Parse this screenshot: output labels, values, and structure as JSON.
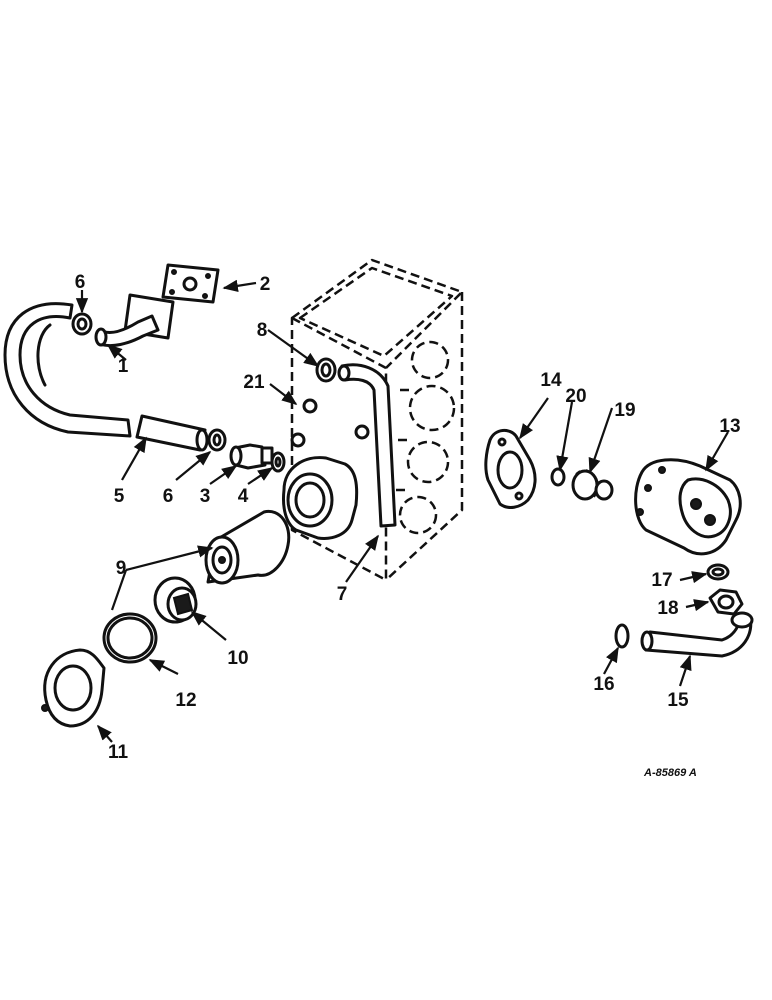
{
  "callouts": [
    {
      "id": "1",
      "label": "1"
    },
    {
      "id": "2",
      "label": "2"
    },
    {
      "id": "3",
      "label": "3"
    },
    {
      "id": "4",
      "label": "4"
    },
    {
      "id": "5",
      "label": "5"
    },
    {
      "id": "6a",
      "label": "6"
    },
    {
      "id": "6b",
      "label": "6"
    },
    {
      "id": "7",
      "label": "7"
    },
    {
      "id": "8",
      "label": "8"
    },
    {
      "id": "9",
      "label": "9"
    },
    {
      "id": "10",
      "label": "10"
    },
    {
      "id": "11",
      "label": "11"
    },
    {
      "id": "12",
      "label": "12"
    },
    {
      "id": "13",
      "label": "13"
    },
    {
      "id": "14",
      "label": "14"
    },
    {
      "id": "15",
      "label": "15"
    },
    {
      "id": "16",
      "label": "16"
    },
    {
      "id": "17",
      "label": "17"
    },
    {
      "id": "18",
      "label": "18"
    },
    {
      "id": "19",
      "label": "19"
    },
    {
      "id": "20",
      "label": "20"
    },
    {
      "id": "21",
      "label": "21"
    }
  ],
  "drawing_number": "A-85869 A"
}
